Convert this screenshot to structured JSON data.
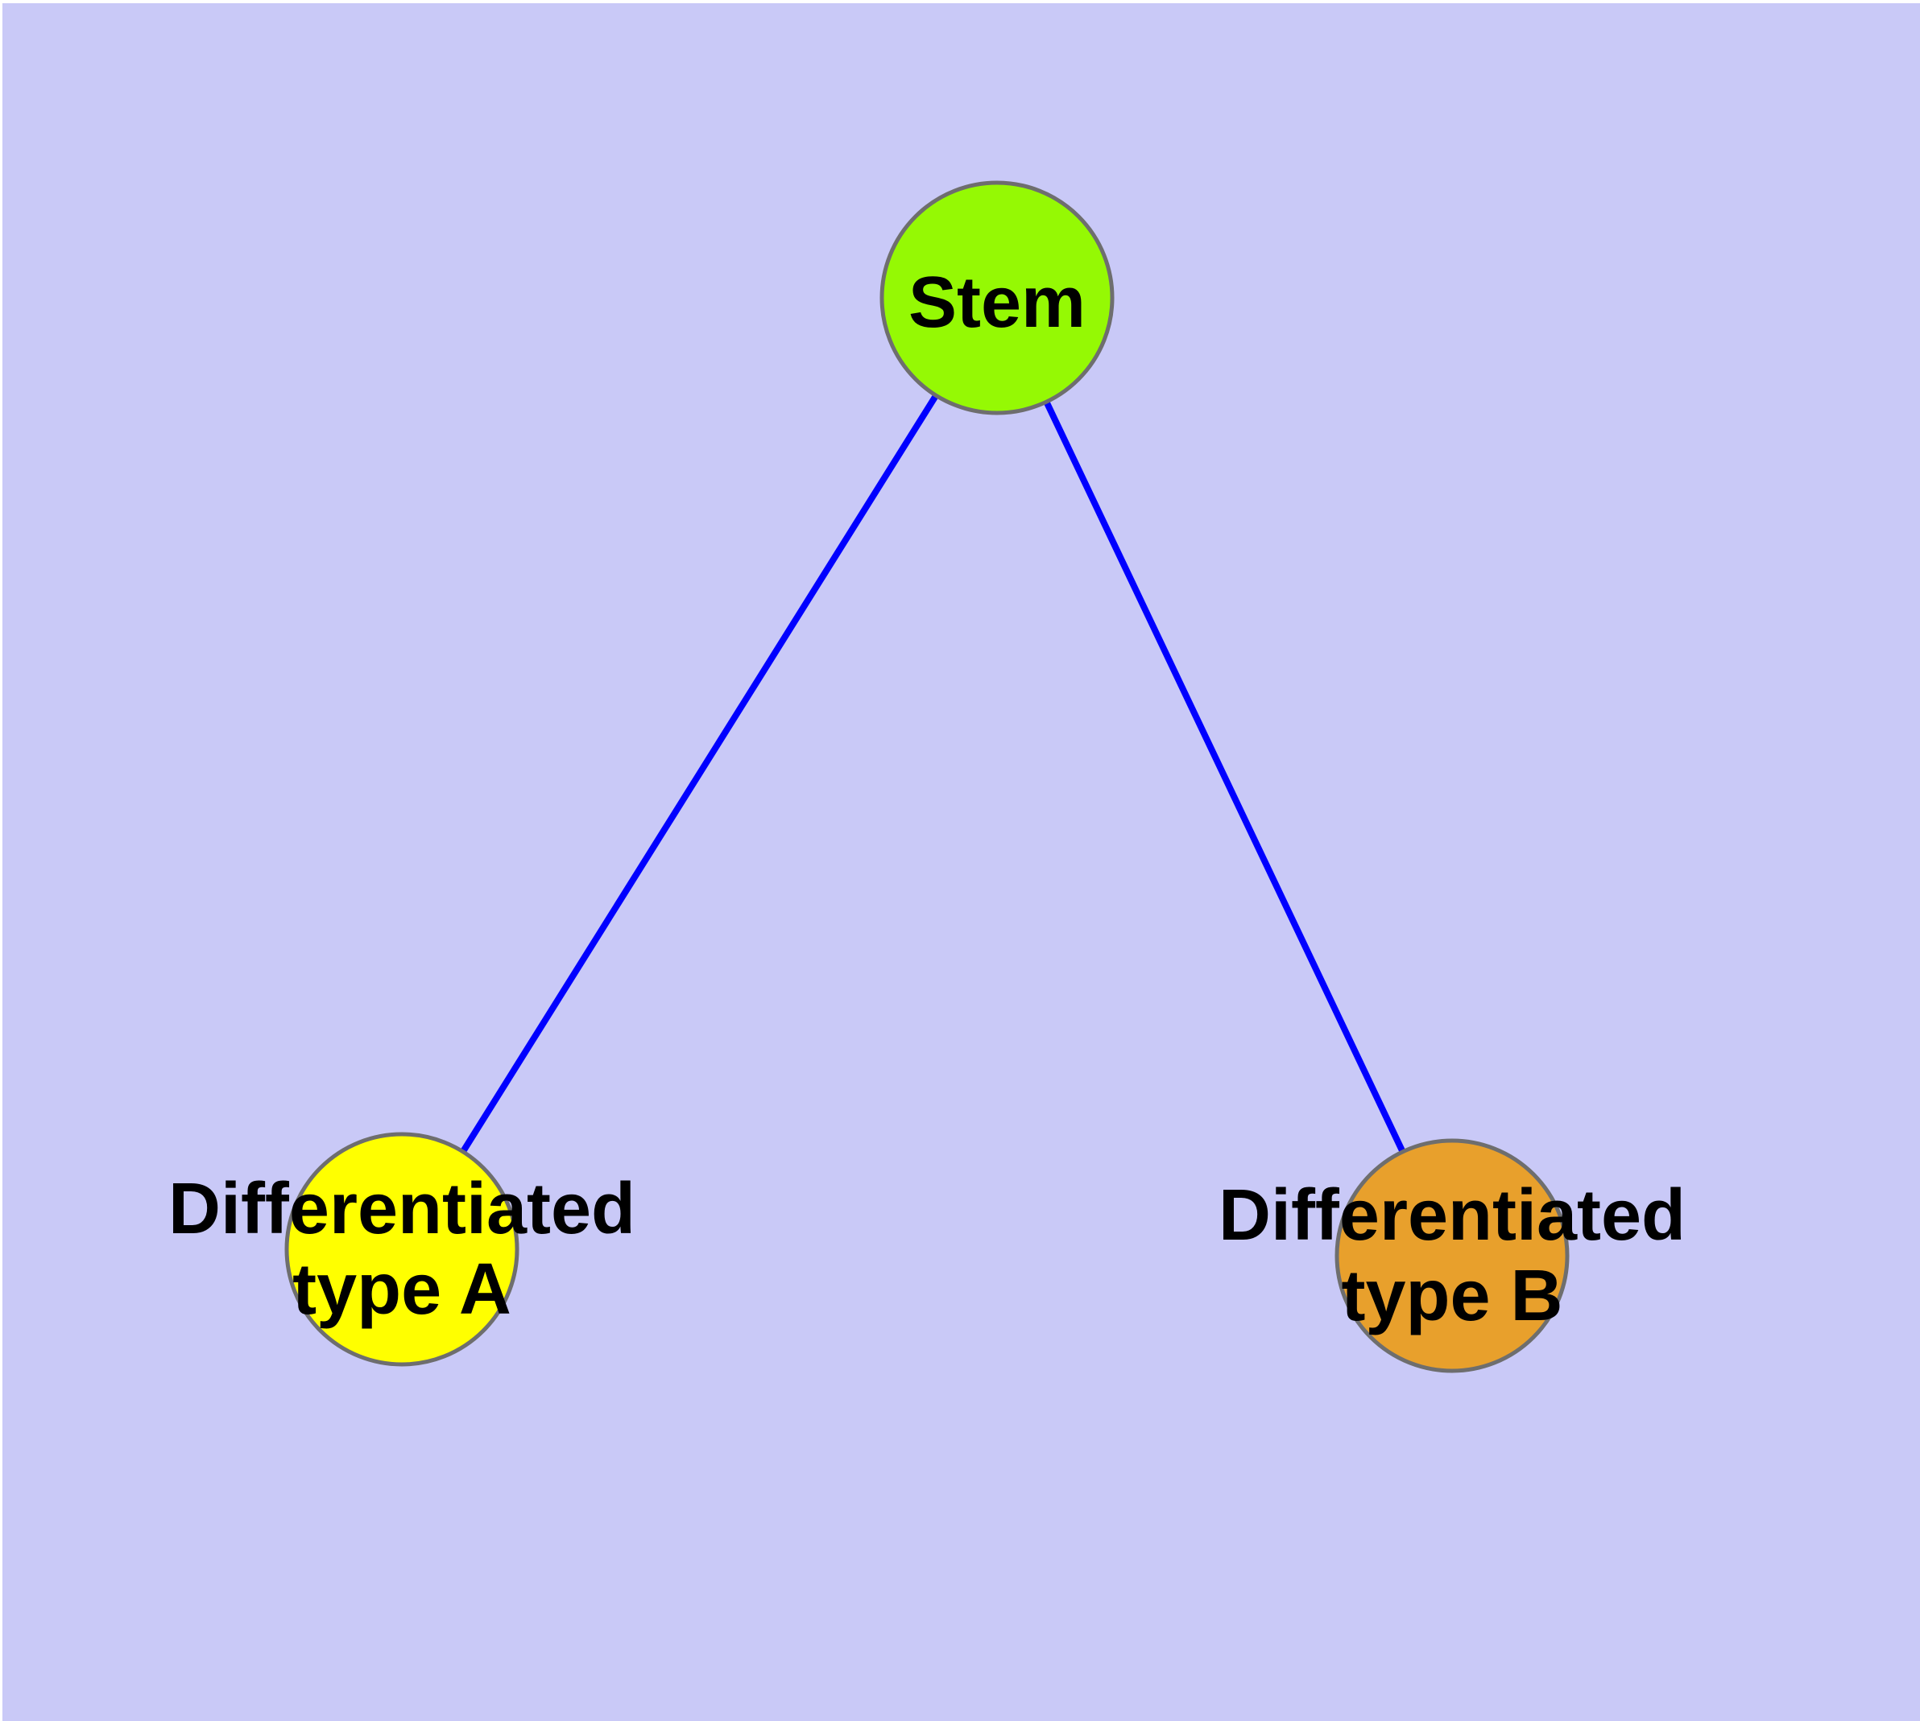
{
  "diagram": {
    "background_color": "#C9C9F7",
    "page_margin_color": "#FFFFFF",
    "edge_color": "#0000FF",
    "node_border_color": "#6E6E6E",
    "label_color": "#000000",
    "nodes": [
      {
        "id": "stem",
        "label": "Stem",
        "fill": "#95F904"
      },
      {
        "id": "differentiated-type-a",
        "label_line1": "Differentiated",
        "label_line2": "type A",
        "fill": "#FFFF00"
      },
      {
        "id": "differentiated-type-b",
        "label_line1": "Differentiated",
        "label_line2": "type B",
        "fill": "#E8A02C"
      }
    ],
    "edges": [
      {
        "from": "Stem",
        "to": "Differentiated type A"
      },
      {
        "from": "Stem",
        "to": "Differentiated type B"
      }
    ]
  }
}
